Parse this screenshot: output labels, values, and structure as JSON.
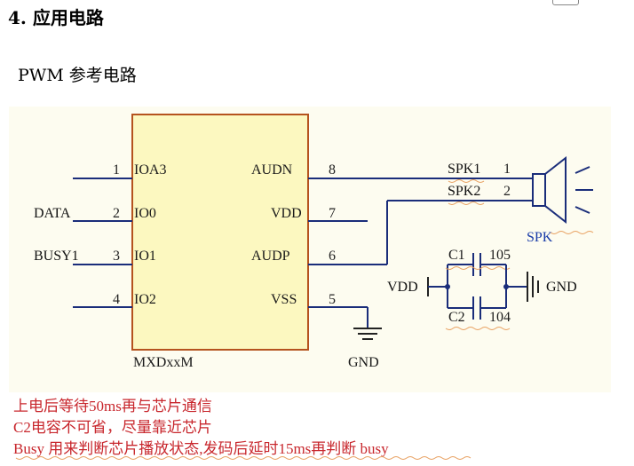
{
  "heading": "4.  应用电路",
  "subheading": "PWM  参考电路",
  "schematic": {
    "chip_name": "MXDxxM",
    "left_pins": [
      {
        "num": "1",
        "name": "IOA3",
        "net": ""
      },
      {
        "num": "2",
        "name": "IO0",
        "net": "DATA"
      },
      {
        "num": "3",
        "name": "IO1",
        "net": "BUSY1"
      },
      {
        "num": "4",
        "name": "IO2",
        "net": ""
      }
    ],
    "right_pins": [
      {
        "num": "8",
        "name": "AUDN"
      },
      {
        "num": "7",
        "name": "VDD"
      },
      {
        "num": "6",
        "name": "AUDP"
      },
      {
        "num": "5",
        "name": "VSS"
      }
    ],
    "speaker": {
      "net1": "SPK1",
      "pin1": "1",
      "net2": "SPK2",
      "pin2": "2",
      "label": "SPK"
    },
    "caps": {
      "c1": "C1",
      "c1_value": "105",
      "c2": "C2",
      "c2_value": "104",
      "vdd": "VDD",
      "gnd": "GND"
    },
    "gnd_label": "GND"
  },
  "notes": [
    "上电后等待50ms再与芯片通信",
    "C2电容不可省，尽量靠近芯片",
    "Busy 用来判断芯片播放状态,发码后延时15ms再判断 busy"
  ]
}
